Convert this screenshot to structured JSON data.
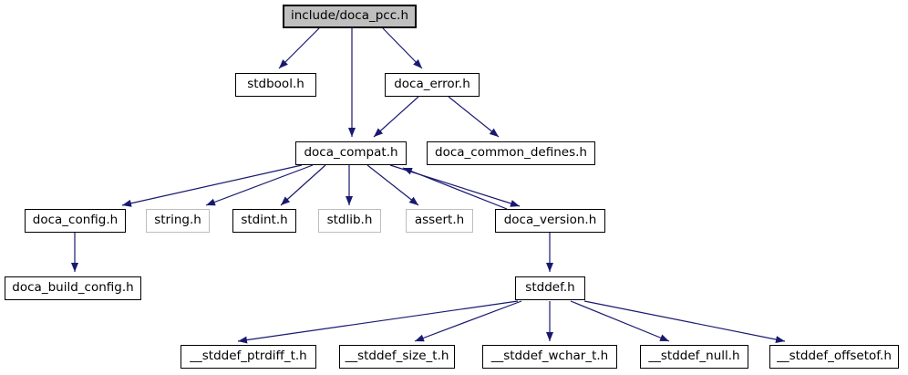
{
  "diagram": {
    "kind": "include-dependency-graph",
    "root_label": "include/doca_pcc.h"
  },
  "colors": {
    "edge": "#191970",
    "root_fill": "#bfbfbf",
    "node_border": "#000000",
    "external_node_border": "#bdbdbd",
    "background": "#ffffff",
    "text": "#000000"
  },
  "nodes": [
    {
      "id": "pcc",
      "label": "include/doca_pcc.h",
      "variant": "root"
    },
    {
      "id": "stdbool",
      "label": "stdbool.h",
      "variant": "normal"
    },
    {
      "id": "error",
      "label": "doca_error.h",
      "variant": "normal"
    },
    {
      "id": "compat",
      "label": "doca_compat.h",
      "variant": "normal"
    },
    {
      "id": "common_defines",
      "label": "doca_common_defines.h",
      "variant": "normal"
    },
    {
      "id": "config",
      "label": "doca_config.h",
      "variant": "normal"
    },
    {
      "id": "string",
      "label": "string.h",
      "variant": "gray"
    },
    {
      "id": "stdint",
      "label": "stdint.h",
      "variant": "normal"
    },
    {
      "id": "stdlib",
      "label": "stdlib.h",
      "variant": "gray"
    },
    {
      "id": "assert",
      "label": "assert.h",
      "variant": "gray"
    },
    {
      "id": "version",
      "label": "doca_version.h",
      "variant": "normal"
    },
    {
      "id": "build_config",
      "label": "doca_build_config.h",
      "variant": "normal"
    },
    {
      "id": "stddef",
      "label": "stddef.h",
      "variant": "normal"
    },
    {
      "id": "ptrdiff",
      "label": "__stddef_ptrdiff_t.h",
      "variant": "normal"
    },
    {
      "id": "size_t",
      "label": "__stddef_size_t.h",
      "variant": "normal"
    },
    {
      "id": "wchar",
      "label": "__stddef_wchar_t.h",
      "variant": "normal"
    },
    {
      "id": "null",
      "label": "__stddef_null.h",
      "variant": "normal"
    },
    {
      "id": "offsetof",
      "label": "__stddef_offsetof.h",
      "variant": "normal"
    }
  ],
  "edges": [
    {
      "from": "pcc",
      "to": "stdbool"
    },
    {
      "from": "pcc",
      "to": "compat"
    },
    {
      "from": "pcc",
      "to": "error"
    },
    {
      "from": "error",
      "to": "compat"
    },
    {
      "from": "error",
      "to": "common_defines"
    },
    {
      "from": "compat",
      "to": "config"
    },
    {
      "from": "compat",
      "to": "string"
    },
    {
      "from": "compat",
      "to": "stdint"
    },
    {
      "from": "compat",
      "to": "stdlib"
    },
    {
      "from": "compat",
      "to": "assert"
    },
    {
      "from": "compat",
      "to": "version"
    },
    {
      "from": "version",
      "to": "compat"
    },
    {
      "from": "config",
      "to": "build_config"
    },
    {
      "from": "version",
      "to": "stddef"
    },
    {
      "from": "stddef",
      "to": "ptrdiff"
    },
    {
      "from": "stddef",
      "to": "size_t"
    },
    {
      "from": "stddef",
      "to": "wchar"
    },
    {
      "from": "stddef",
      "to": "null"
    },
    {
      "from": "stddef",
      "to": "offsetof"
    }
  ]
}
